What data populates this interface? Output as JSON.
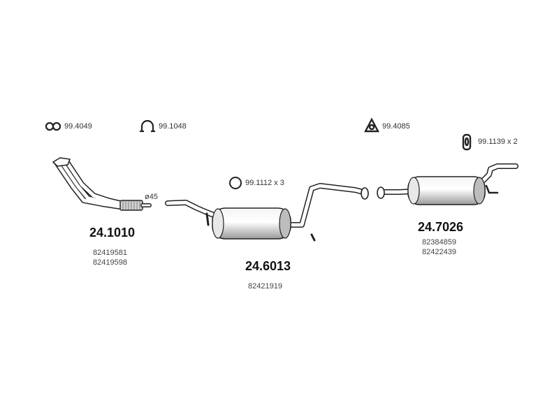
{
  "accessories": {
    "clamp_a": "99.4049",
    "clamp_b": "99.1048",
    "gasket_c": "99.4085",
    "hanger_d": "99.1139 x 2",
    "ring_e": "99.1112 x 3"
  },
  "front_pipe": {
    "part_no": "24.1010",
    "diameter": "ø45",
    "oem_1": "82419581",
    "oem_2": "82419598"
  },
  "middle_silencer": {
    "part_no": "24.6013",
    "oem_1": "82421919"
  },
  "rear_silencer": {
    "part_no": "24.7026",
    "oem_1": "82384859",
    "oem_2": "82422439"
  }
}
